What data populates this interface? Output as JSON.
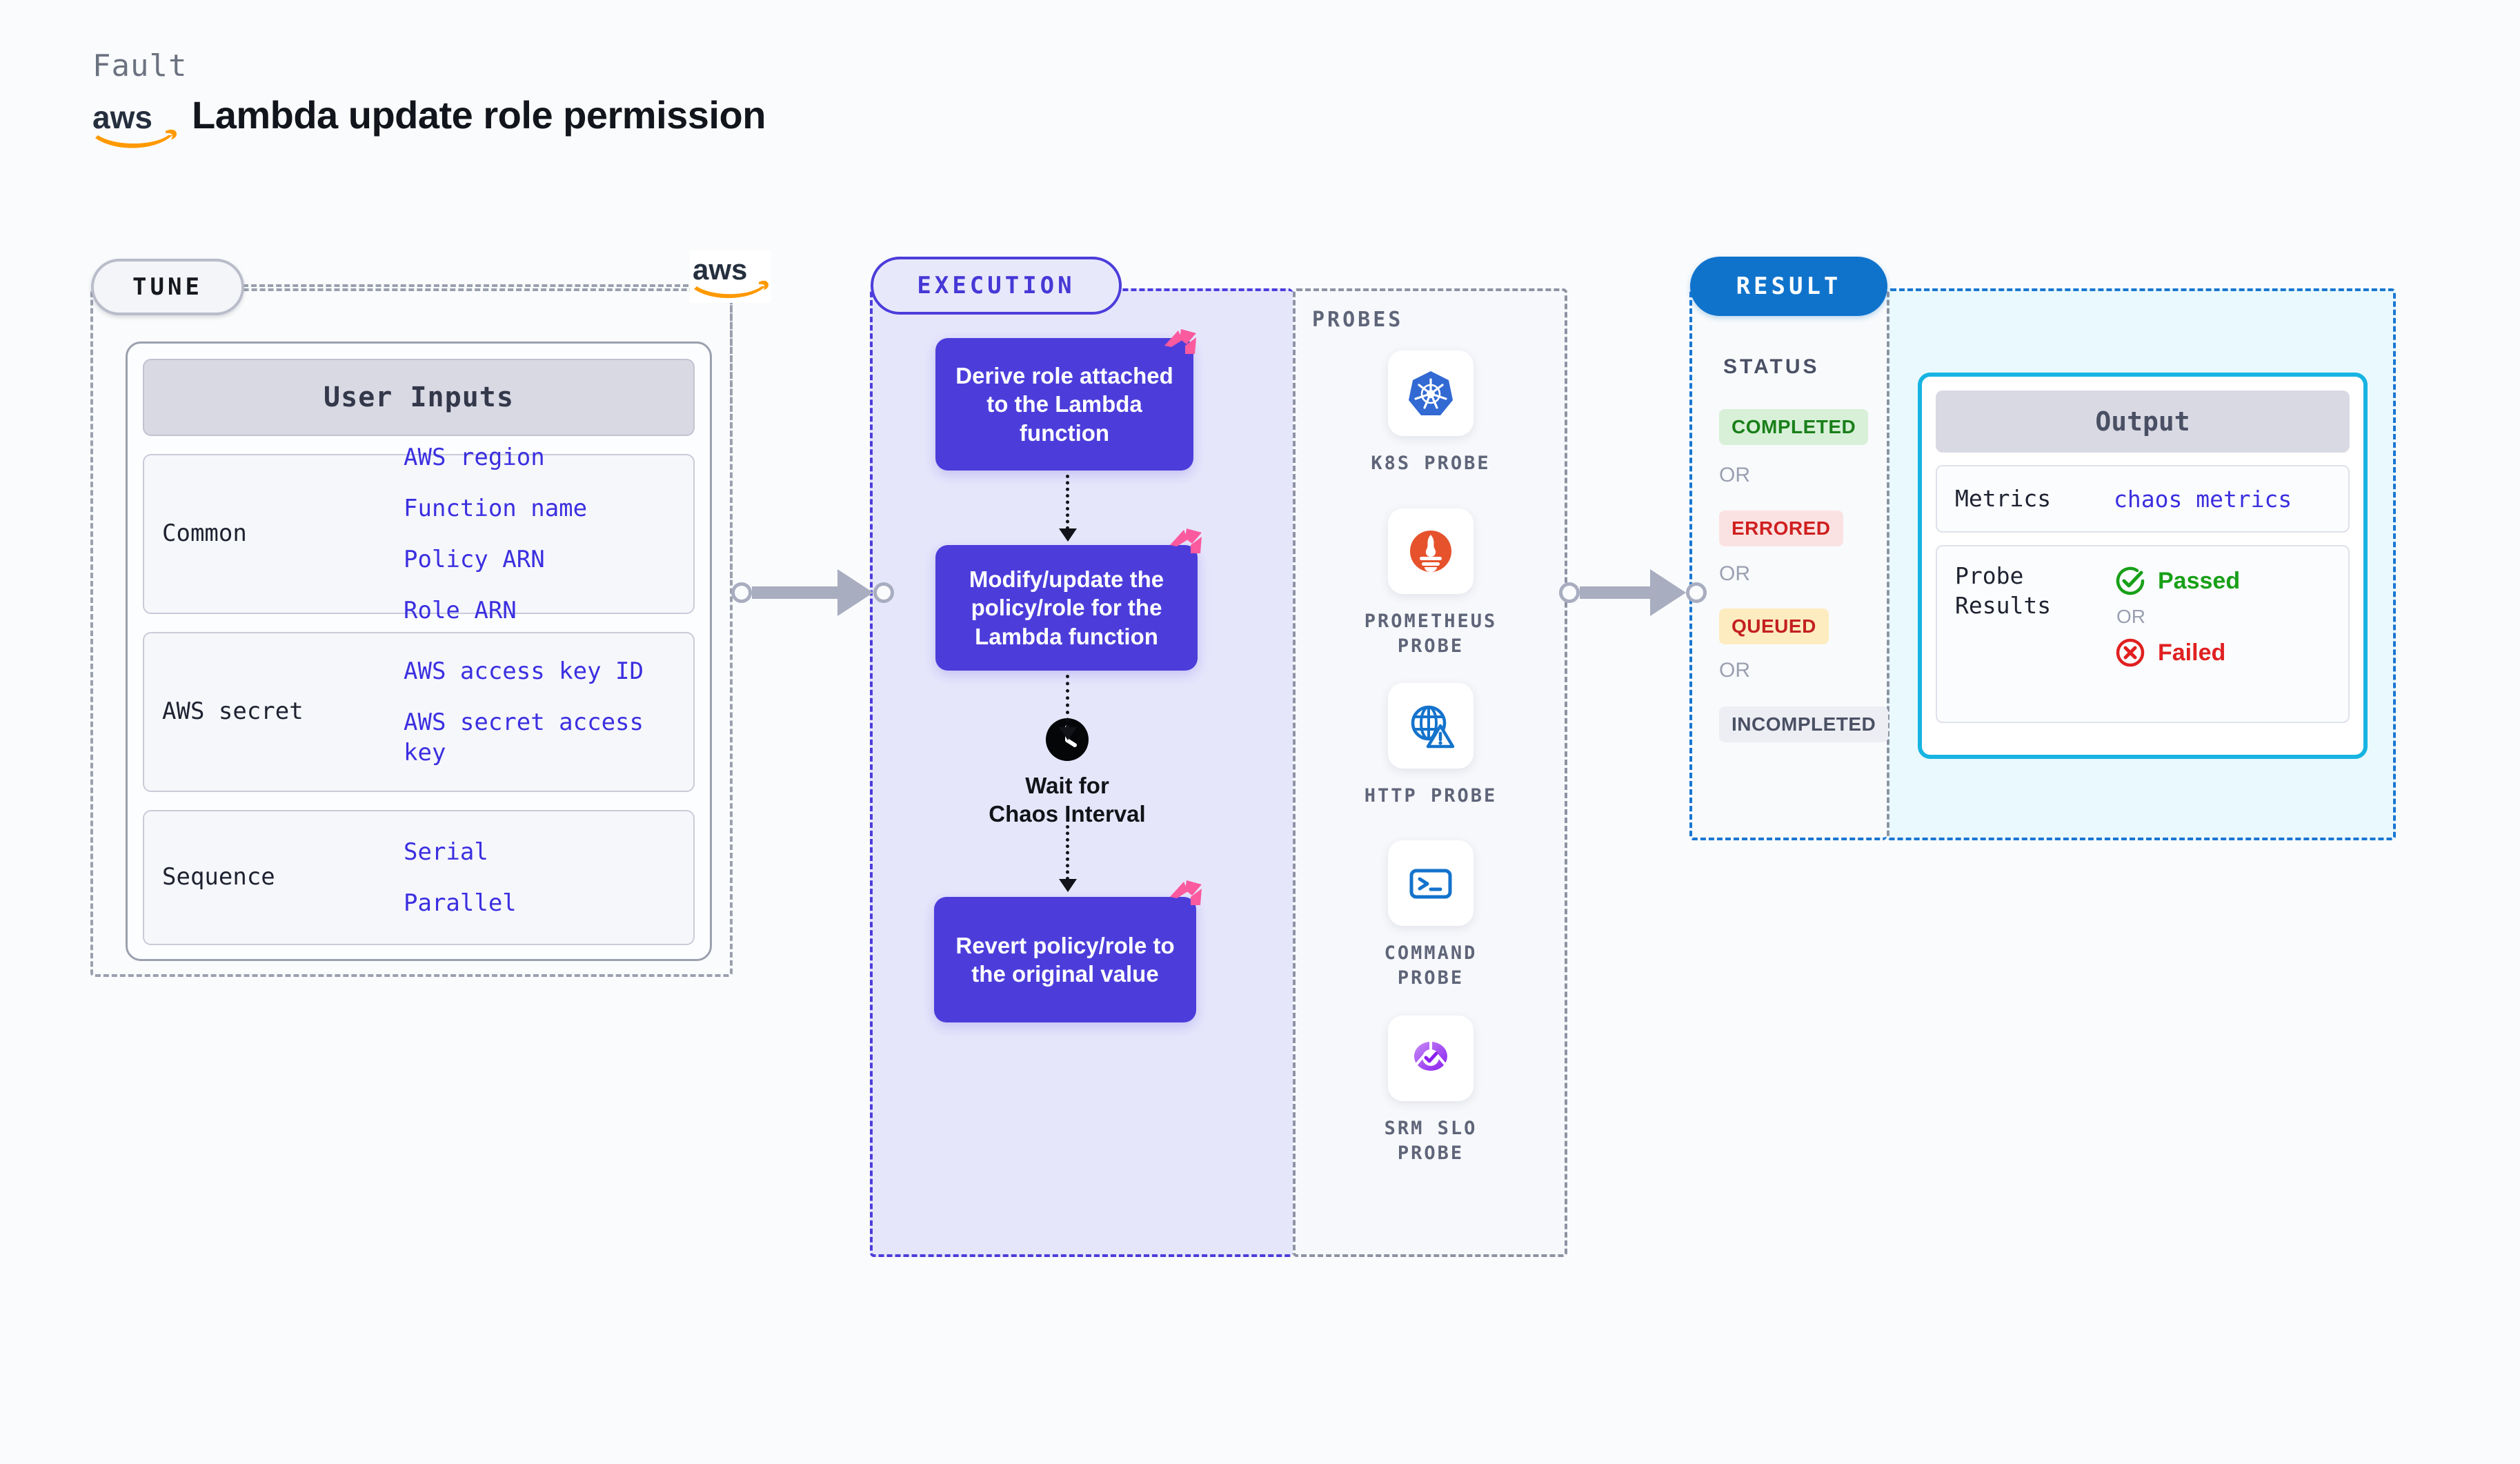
{
  "header": {
    "kicker": "Fault",
    "title": "Lambda update role permission",
    "brand_icon": "aws-logo"
  },
  "tune": {
    "pill_label": "TUNE",
    "connector_icon": "aws-logo",
    "card": {
      "header": "User Inputs",
      "groups": [
        {
          "label": "Common",
          "values": [
            "AWS region",
            "Function name",
            "Policy ARN",
            "Role ARN"
          ]
        },
        {
          "label": "AWS secret",
          "values": [
            "AWS access key ID",
            "AWS secret access key"
          ]
        },
        {
          "label": "Sequence",
          "values": [
            "Serial",
            "Parallel"
          ]
        }
      ]
    }
  },
  "execution": {
    "pill_label": "EXECUTION",
    "steps": [
      {
        "text": "Derive role attached to the Lambda function",
        "badge_icon": "litmus-logo-icon"
      },
      {
        "text": "Modify/update the policy/role for the Lambda function",
        "badge_icon": "litmus-logo-icon"
      }
    ],
    "wait": {
      "icon": "clock-icon",
      "label": "Wait for Chaos Interval"
    },
    "final_step": {
      "text": "Revert policy/role to the original value",
      "badge_icon": "litmus-logo-icon"
    }
  },
  "probes": {
    "title": "PROBES",
    "items": [
      {
        "label": "K8S PROBE",
        "icon": "kubernetes-icon"
      },
      {
        "label": "PROMETHEUS PROBE",
        "icon": "prometheus-icon"
      },
      {
        "label": "HTTP PROBE",
        "icon": "http-globe-warning-icon"
      },
      {
        "label": "COMMAND PROBE",
        "icon": "terminal-icon"
      },
      {
        "label": "SRM SLO PROBE",
        "icon": "srm-slo-donut-check-icon"
      }
    ]
  },
  "result": {
    "pill_label": "RESULT",
    "status": {
      "title": "STATUS",
      "or_label": "OR",
      "badges": [
        {
          "label": "COMPLETED",
          "bg": "#d8f0d8",
          "fg": "#1a7f1a"
        },
        {
          "label": "ERRORED",
          "bg": "#fbe2e2",
          "fg": "#cf2020"
        },
        {
          "label": "QUEUED",
          "bg": "#fdecc0",
          "fg": "#c32020"
        },
        {
          "label": "INCOMPLETED",
          "bg": "#edeef4",
          "fg": "#4a5064"
        }
      ]
    },
    "output": {
      "header": "Output",
      "metrics_label": "Metrics",
      "metrics_value": "chaos metrics",
      "probe_results_label": "Probe Results",
      "passed_label": "Passed",
      "failed_label": "Failed",
      "or_label": "OR"
    }
  },
  "colors": {
    "accent_purple": "#4c3ddb",
    "accent_blue": "#0f73cc",
    "accent_cyan": "#17b4e2",
    "litmus_pink": "#fb5a9e",
    "aws_orange": "#f90",
    "mono_value": "#3b2fe0"
  }
}
